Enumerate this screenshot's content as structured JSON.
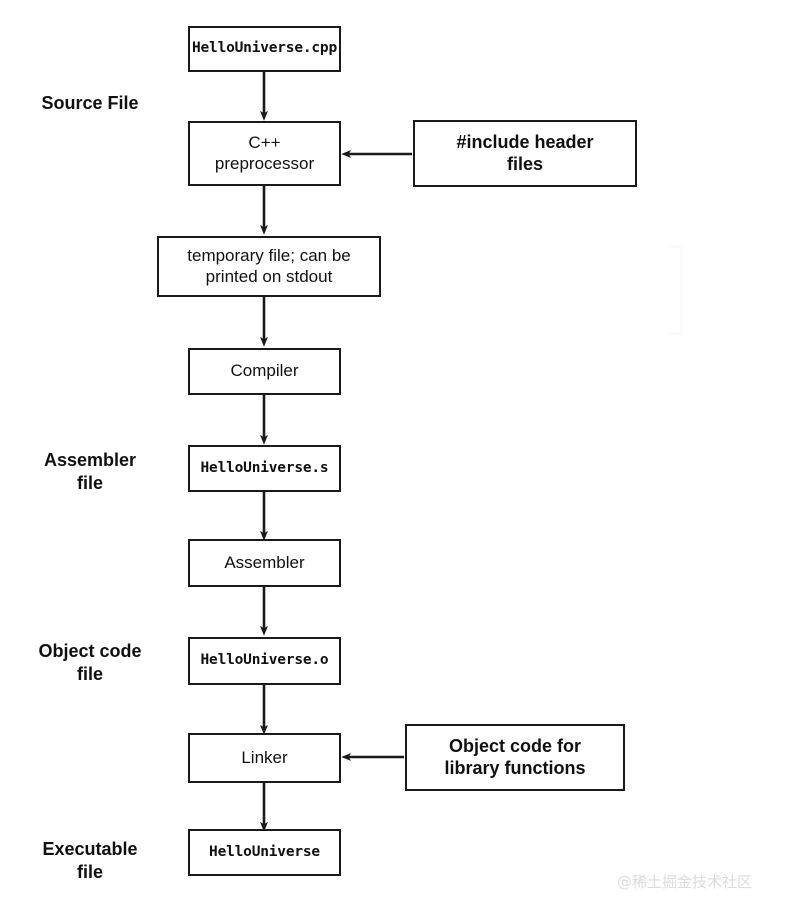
{
  "diagram": {
    "title": "C++ compilation pipeline",
    "stroke_color": "#1a1a1a",
    "background_color": "#ffffff",
    "stage_labels": [
      {
        "id": "source-file",
        "text": "Source File"
      },
      {
        "id": "assembler-file",
        "text": "Assembler\nfile"
      },
      {
        "id": "object-code-file",
        "text": "Object code\nfile"
      },
      {
        "id": "executable-file",
        "text": "Executable\nfile"
      }
    ],
    "nodes": [
      {
        "id": "hellouniverse-cpp",
        "text": "HelloUniverse.cpp",
        "kind": "file"
      },
      {
        "id": "cpp-preprocessor",
        "text": "C++\npreprocessor",
        "kind": "process"
      },
      {
        "id": "include-header-files",
        "text": "#include header\nfiles",
        "kind": "side-input"
      },
      {
        "id": "temporary-file",
        "text": "temporary file; can be\nprinted on stdout",
        "kind": "process"
      },
      {
        "id": "compiler",
        "text": "Compiler",
        "kind": "process"
      },
      {
        "id": "hellouniverse-s",
        "text": "HelloUniverse.s",
        "kind": "file"
      },
      {
        "id": "assembler",
        "text": "Assembler",
        "kind": "process"
      },
      {
        "id": "hellouniverse-o",
        "text": "HelloUniverse.o",
        "kind": "file"
      },
      {
        "id": "linker",
        "text": "Linker",
        "kind": "process"
      },
      {
        "id": "object-code-library",
        "text": "Object code for\nlibrary functions",
        "kind": "side-input"
      },
      {
        "id": "hellouniverse",
        "text": "HelloUniverse",
        "kind": "file"
      }
    ],
    "edges": [
      {
        "from": "hellouniverse-cpp",
        "to": "cpp-preprocessor",
        "direction": "down"
      },
      {
        "from": "include-header-files",
        "to": "cpp-preprocessor",
        "direction": "left"
      },
      {
        "from": "cpp-preprocessor",
        "to": "temporary-file",
        "direction": "down"
      },
      {
        "from": "temporary-file",
        "to": "compiler",
        "direction": "down"
      },
      {
        "from": "compiler",
        "to": "hellouniverse-s",
        "direction": "down"
      },
      {
        "from": "hellouniverse-s",
        "to": "assembler",
        "direction": "down"
      },
      {
        "from": "assembler",
        "to": "hellouniverse-o",
        "direction": "down"
      },
      {
        "from": "hellouniverse-o",
        "to": "linker",
        "direction": "down"
      },
      {
        "from": "object-code-library",
        "to": "linker",
        "direction": "left"
      },
      {
        "from": "linker",
        "to": "hellouniverse",
        "direction": "down"
      }
    ]
  },
  "watermark": {
    "text": "@稀土掘金技术社区"
  }
}
